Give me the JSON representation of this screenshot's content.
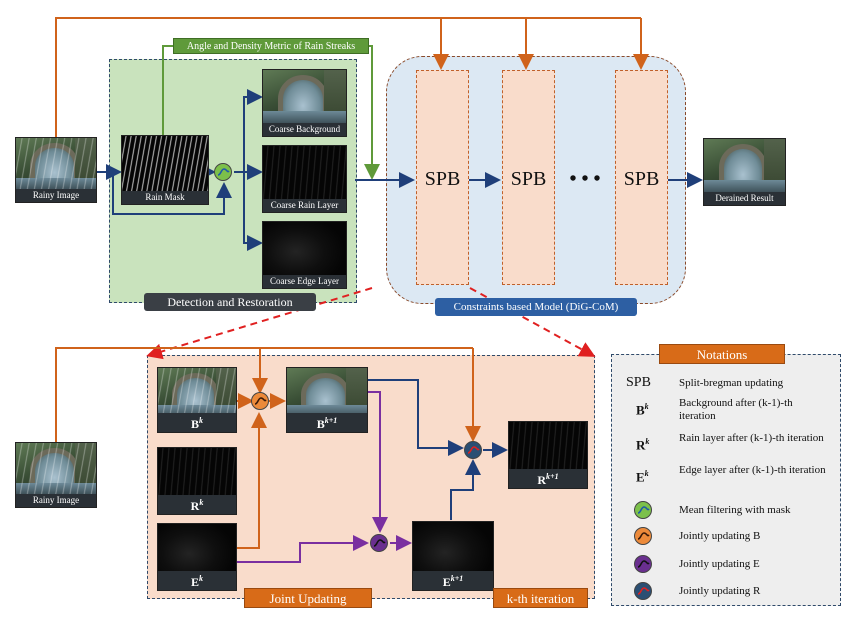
{
  "top": {
    "rainy_image_label": "Rainy Image",
    "rain_mask_label": "Rain Mask",
    "coarse_background_label": "Coarse Background",
    "coarse_rain_layer_label": "Coarse Rain Layer",
    "coarse_edge_layer_label": "Coarse Edge Layer",
    "angle_density_label": "Angle and Density Metric of Rain Streaks",
    "detection_restoration_label": "Detection and Restoration",
    "constraints_model_label": "Constraints based Model (DiG-CoM)",
    "spb_blocks": [
      "SPB",
      "SPB",
      "SPB"
    ],
    "ellipsis": "• • •",
    "derained_result_label": "Derained Result"
  },
  "bottom": {
    "rainy_image_label": "Rainy Image",
    "b_k": {
      "base": "B",
      "sup": "k"
    },
    "b_k1": {
      "base": "B",
      "sup": "k+1"
    },
    "r_k": {
      "base": "R",
      "sup": "k"
    },
    "r_k1": {
      "base": "R",
      "sup": "k+1"
    },
    "e_k": {
      "base": "E",
      "sup": "k"
    },
    "e_k1": {
      "base": "E",
      "sup": "k+1"
    },
    "joint_updating_label": "Joint Updating",
    "kth_iteration_label": "k-th iteration"
  },
  "notations": {
    "title": "Notations",
    "items": [
      {
        "key": "SPB",
        "sup": "",
        "desc": "Split-bregman updating"
      },
      {
        "key": "B",
        "sup": "k",
        "desc": "Background after (k-1)-th iteration"
      },
      {
        "key": "R",
        "sup": "k",
        "desc": "Rain layer after (k-1)-th iteration"
      },
      {
        "key": "E",
        "sup": "k",
        "desc": "Edge layer after (k-1)-th iteration"
      },
      {
        "icon": "mean-filter-icon",
        "desc": "Mean filtering with mask"
      },
      {
        "icon": "update-b-icon",
        "desc": "Jointly updating B"
      },
      {
        "icon": "update-e-icon",
        "desc": "Jointly updating E"
      },
      {
        "icon": "update-r-icon",
        "desc": "Jointly updating R"
      }
    ]
  },
  "colors": {
    "orange": "#d0631b",
    "green": "#5f9a3a",
    "navy": "#1f3f7a",
    "purple": "#7a2fa0",
    "green_panel": "#c9e3bd",
    "blue_panel": "#dce8f3",
    "peach": "#f9dccb",
    "gray_panel": "#eeeeee",
    "dark_tag": "#3a3f45",
    "blue_tag": "#2d5fa3",
    "orange_tag": "#d86b18",
    "op_green": "#7cc04a",
    "op_orange": "#ec8a3a",
    "op_purple": "#6a2f8f",
    "op_navy": "#2b4f73"
  }
}
